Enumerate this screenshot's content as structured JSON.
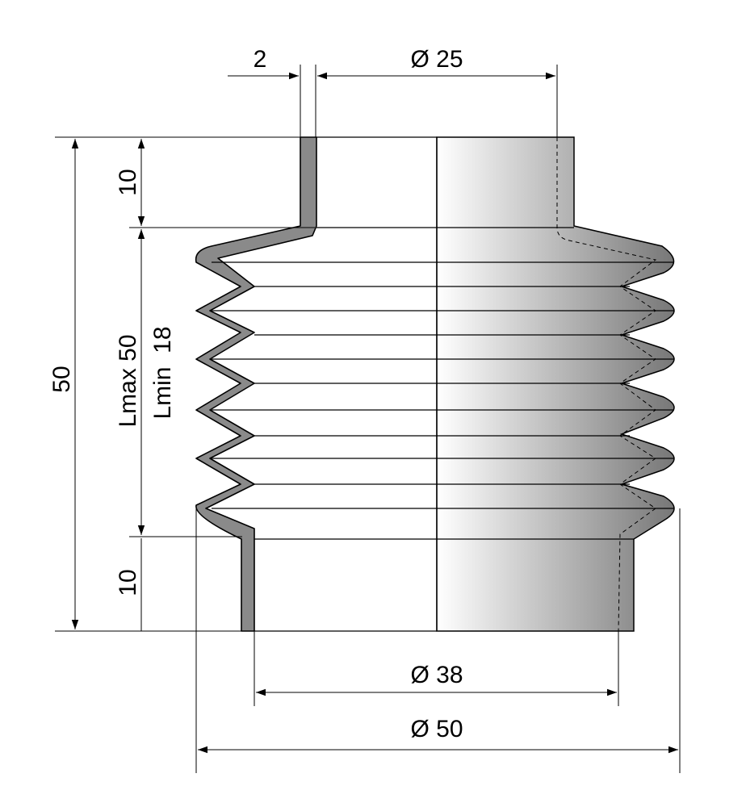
{
  "dimensions": {
    "wall_thickness": "2",
    "top_diameter": "Ø 25",
    "total_height": "50",
    "top_collar_height": "10",
    "bottom_collar_height": "10",
    "bellows_length_max": "Lmax 50",
    "bellows_length_min": "Lmin  18",
    "bottom_inner_diameter": "Ø 38",
    "outer_diameter": "Ø 50"
  },
  "colors": {
    "wall_fill": "#8a8a8a",
    "gradient_light": "#ffffff",
    "gradient_dark": "#777777",
    "line": "#000000"
  }
}
